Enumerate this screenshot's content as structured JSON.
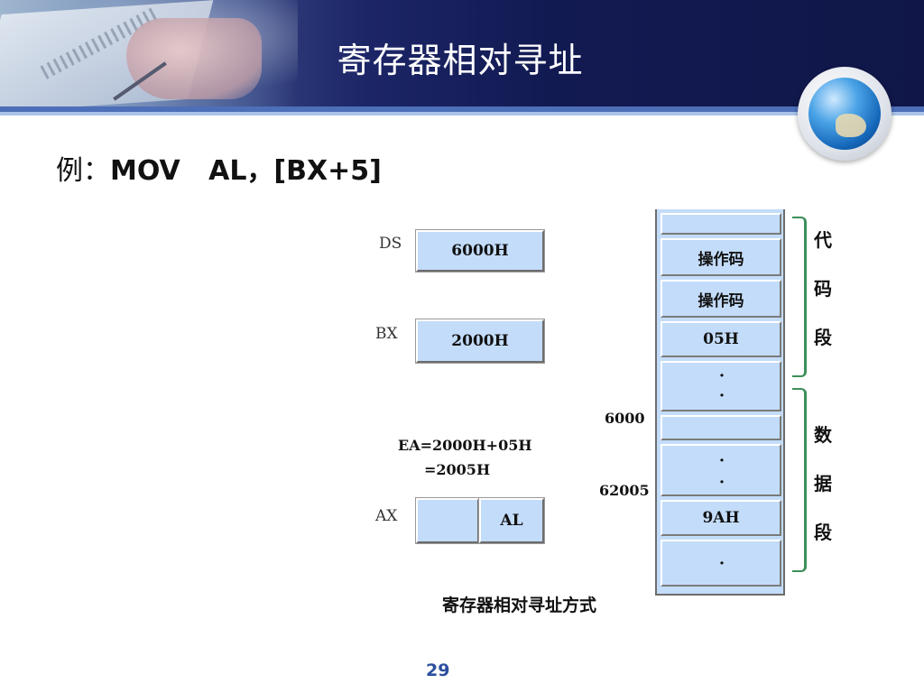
{
  "slide": {
    "title": "寄存器相对寻址",
    "page_number": "29"
  },
  "example": {
    "prefix": "例：",
    "code": "MOV   AL，[BX+5]"
  },
  "registers": {
    "ds": {
      "label": "DS",
      "value": "6000H"
    },
    "bx": {
      "label": "BX",
      "value": "2000H"
    },
    "ax": {
      "label": "AX",
      "high": "",
      "low": "AL"
    }
  },
  "ea": {
    "line1": "EA=2000H+05H",
    "line2": "=2005H"
  },
  "memory": {
    "cells": [
      "",
      "操作码",
      "操作码",
      "05H",
      "",
      "",
      "",
      "9AH",
      ""
    ],
    "dots_code": [
      "·",
      "·"
    ],
    "dots_data": [
      "·",
      "·"
    ],
    "dots_bottom": "·",
    "addresses": {
      "seg_start": "6000",
      "target": "62005"
    },
    "code_segment": [
      "代",
      "码",
      "段"
    ],
    "data_segment": [
      "数",
      "据",
      "段"
    ]
  },
  "caption": "寄存器相对寻址方式",
  "colors": {
    "cell_fill": "#c3dcfa",
    "brace": "#3d8f5a",
    "page_number": "#2b4f9e",
    "banner_dark": "#121a52"
  }
}
